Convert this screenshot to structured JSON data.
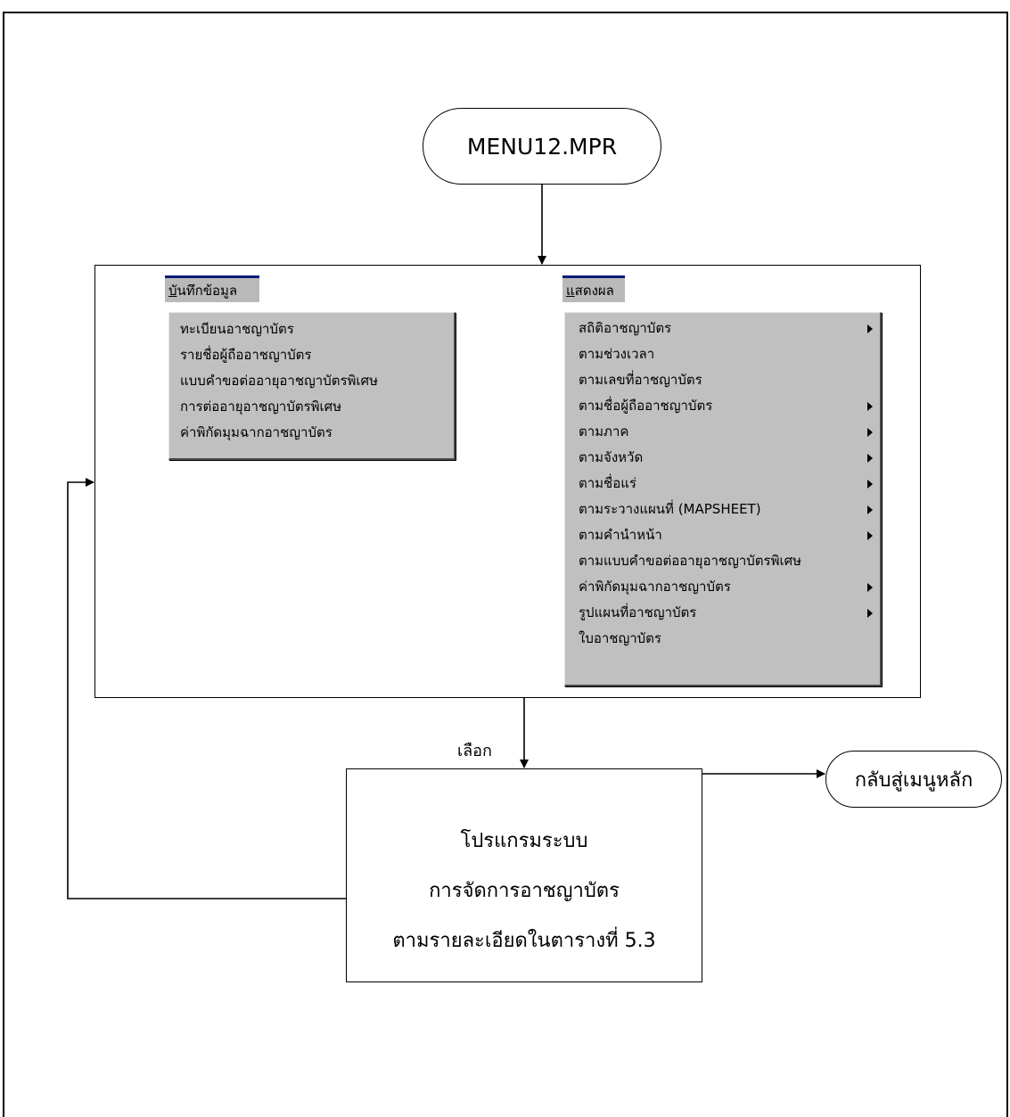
{
  "start_node": {
    "label": "MENU12.MPR"
  },
  "menus": {
    "record": {
      "title_accel": "บั",
      "title_rest": "นทึกข้อมูล",
      "items": [
        {
          "label": "ทะเบียนอาชญาบัตร",
          "submenu": false
        },
        {
          "label": "รายชื่อผู้ถืออาชญาบัตร",
          "submenu": false
        },
        {
          "label": "แบบคำขอต่ออายุอาชญาบัตรพิเศษ",
          "submenu": false
        },
        {
          "label": "การต่ออายุอาชญาบัตรพิเศษ",
          "submenu": false
        },
        {
          "label": "ค่าพิกัดมุมฉากอาชญาบัตร",
          "submenu": false
        }
      ]
    },
    "display": {
      "title_accel": "แ",
      "title_rest": "สดงผล",
      "items": [
        {
          "label": "สถิติอาชญาบัตร",
          "submenu": true
        },
        {
          "label": "ตามช่วงเวลา",
          "submenu": false
        },
        {
          "label": "ตามเลขที่อาชญาบัตร",
          "submenu": false
        },
        {
          "label": "ตามชื่อผู้ถืออาชญาบัตร",
          "submenu": true
        },
        {
          "label": "ตามภาค",
          "submenu": true
        },
        {
          "label": "ตามจังหวัด",
          "submenu": true
        },
        {
          "label": "ตามชื่อแร่",
          "submenu": true
        },
        {
          "label": "ตามระวางแผนที่ (MAPSHEET)",
          "submenu": true
        },
        {
          "label": "ตามคำนำหน้า",
          "submenu": true
        },
        {
          "label": "ตามแบบคำขอต่ออายุอาชญาบัตรพิเศษ",
          "submenu": false
        },
        {
          "label": "ค่าพิกัดมุมฉากอาชญาบัตร",
          "submenu": true
        },
        {
          "label": "รูปแผนที่อาชญาบัตร",
          "submenu": true
        },
        {
          "label": "ใบอาชญาบัตร",
          "submenu": false
        }
      ]
    }
  },
  "edge_label": "เลือก",
  "process_node": {
    "lines": [
      "โปรแกรมระบบ",
      "การจัดการอาชญาบัตร",
      "ตามรายละเอียดในตารางที่ 5.3"
    ]
  },
  "return_node": {
    "label": "กลับสู่เมนูหลัก"
  },
  "colors": {
    "menu_bg": "#c0c0c0",
    "menu_title_bg": "#b9b9b9",
    "menu_title_accent": "#0a1c7a",
    "line": "#000000"
  }
}
